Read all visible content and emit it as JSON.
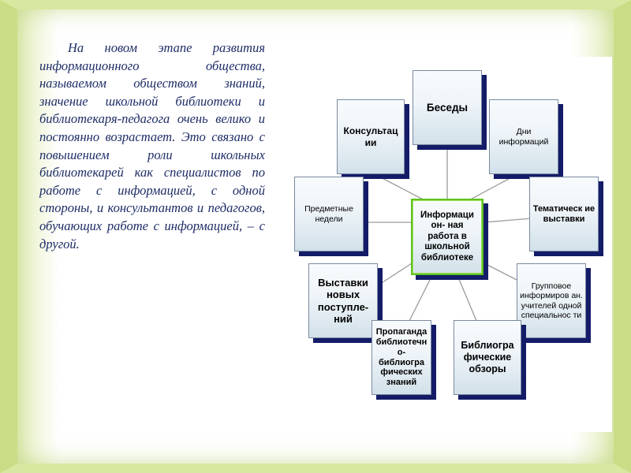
{
  "paragraph": "На новом этапе развития информационного общества, называемом обществом знаний, значение школьной библиотеки и библиотекаря-педагога очень велико и постоянно возрастает. Это связано с повышением роли школьных библиотекарей как специалистов по работе с информацией, с одной стороны, и консультантов и педагогов, обучающих работе с информацией, – с другой.",
  "diagram": {
    "center": "Информаци он- ная работа в школьной библиотеке",
    "nodes": {
      "besedy": "Беседы",
      "konsultatsii": "Консультац ии",
      "dni": "Дни информаций",
      "predmetnye": "Предметные недели",
      "tematicheskie": "Тематическ ие выставки",
      "gruppovoe": "Групповое информиров ан. учителей одной специальнос ти",
      "vystavki_novykh": "Выставки новых поступле- ний",
      "propaganda": "Пропаганда библиотечн о- библиогра фических знаний",
      "bibliograficheskie": "Библиогра фические обзоры"
    }
  }
}
